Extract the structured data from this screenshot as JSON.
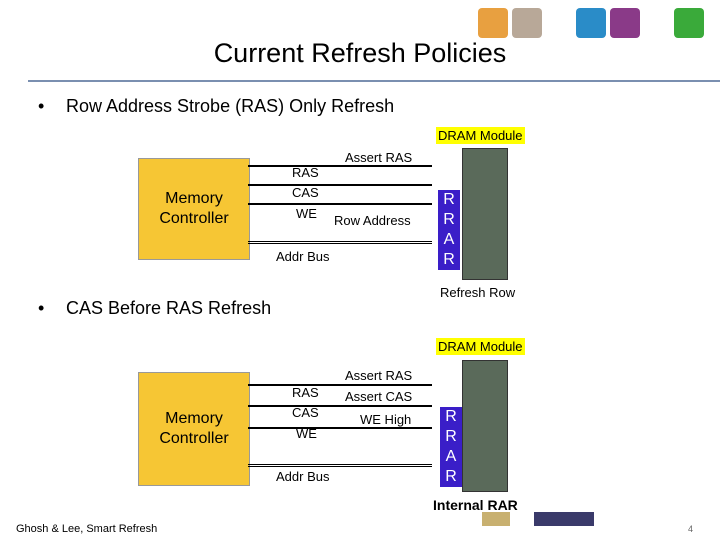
{
  "slide": {
    "title": "Current Refresh Policies",
    "bullet1": "Row Address Strobe (RAS) Only Refresh",
    "bullet2": "CAS Before RAS Refresh",
    "footer": "Ghosh & Lee, Smart Refresh",
    "page_number": "4"
  },
  "diagram1": {
    "controller": "Memory Controller",
    "module_label": "DRAM Module",
    "signals": [
      "RAS",
      "CAS",
      "WE"
    ],
    "addr_bus": "Addr Bus",
    "assert": "Assert RAS",
    "row_address": "Row Address",
    "rrar": [
      "R",
      "R",
      "A",
      "R"
    ],
    "result": "Refresh Row"
  },
  "diagram2": {
    "controller": "Memory Controller",
    "module_label": "DRAM Module",
    "signals": [
      "RAS",
      "CAS",
      "WE"
    ],
    "addr_bus": "Addr Bus",
    "assert_ras": "Assert RAS",
    "assert_cas": "Assert CAS",
    "we_high": "WE High",
    "rrar": [
      "R",
      "R",
      "A",
      "R"
    ],
    "result": "Internal RAR"
  },
  "colors": {
    "controller_fill": "#f6c634",
    "rrar_fill": "#3a1ec8",
    "label_highlight": "#ffff00"
  }
}
